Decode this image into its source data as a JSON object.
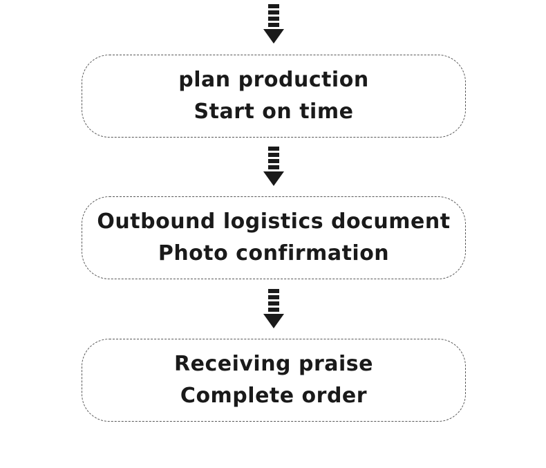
{
  "flow": {
    "steps": [
      {
        "line1": "plan production",
        "line2": "Start on time"
      },
      {
        "line1": "Outbound logistics document",
        "line2": "Photo confirmation"
      },
      {
        "line1": "Receiving praise",
        "line2": "Complete order"
      }
    ],
    "colors": {
      "text": "#1a1a1a",
      "arrow": "#1a1a1a",
      "border": "#555555",
      "background": "#ffffff"
    },
    "icons": {
      "connector": "dashed-down-arrow-icon"
    }
  }
}
